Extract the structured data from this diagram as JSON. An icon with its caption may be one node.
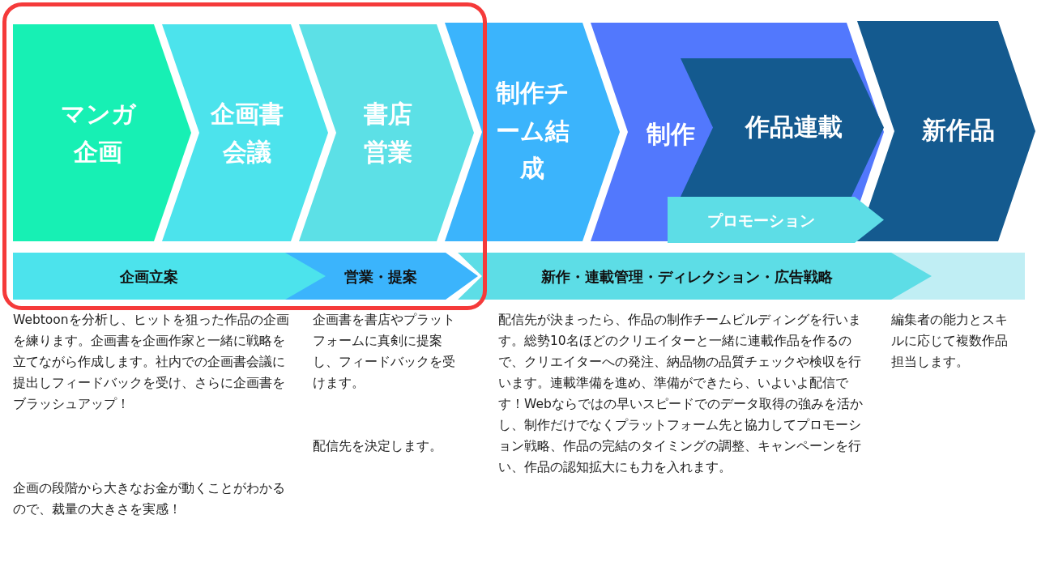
{
  "diagram": {
    "nodes": [
      {
        "text": [
          "マンガ企画"
        ]
      },
      {
        "text": [
          "企画書会議"
        ]
      },
      {
        "text": [
          "書店営業"
        ]
      },
      {
        "text": [
          "制作チーム結成"
        ]
      },
      {
        "text": [
          "制作"
        ]
      },
      {
        "text": [
          "作品連載"
        ],
        "in": 4
      },
      {
        "text": [
          "プロモーション"
        ],
        "in": 4
      },
      {
        "text": [
          "新作品"
        ]
      },
      {
        "text": [
          "企画立案"
        ]
      },
      {
        "text": [
          "営業・提案"
        ]
      },
      {
        "text": [
          "新作・連載管理・ディレクション・広告戦略"
        ]
      },
      {
        "text": [],
        "shape": "bar"
      }
    ],
    "edges": [],
    "labels": [
      "Webtoonを分析し、ヒットを狙った作品の企画を練ります。企画書を企画作家と一緒に戦略を立てながら作成します。社内での企画書会議に提出しフィードバックを受け、さらに企画書をブラッシュアップ！",
      "企画の段階から大きなお金が動くことがわかるので、裁量の大きさを実感！",
      "企画書を書店やプラットフォームに真剣に提案し、フィードバックを受けます。",
      "配信先を決定します。",
      "配信先が決まったら、作品の制作チームビルディングを行います。総勢10名ほどのクリエイターと一緒に連載作品を作るので、クリエイターへの発注、納品物の品質チェックや検収を行います。連載準備を進め、準備ができたら、いよいよ配信です！Webならではの早いスピードでのデータ取得の強みを活かし、制作だけでなくプラットフォーム先と協力してプロモーション戦略、作品の完結のタイミングの調整、キャンペーンを行い、作品の認知拡大にも力を入れます。",
      "編集者の能力とスキルに応じて複数作品担当します。"
    ]
  }
}
